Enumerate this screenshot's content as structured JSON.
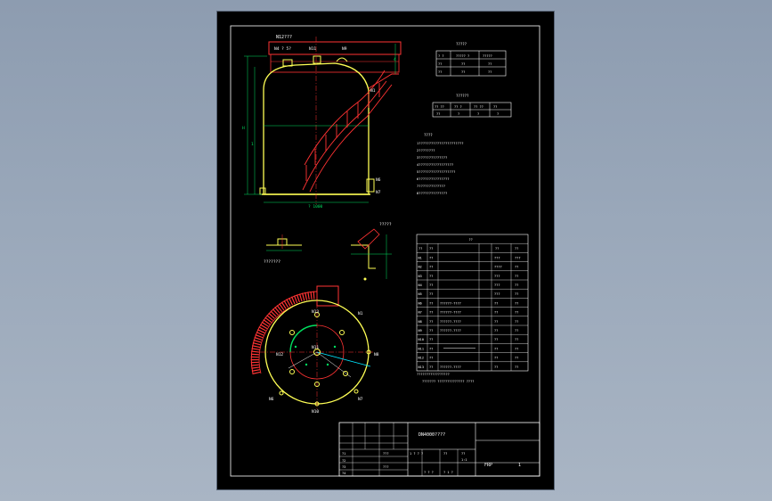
{
  "colors": {
    "background": "#95a3b6",
    "sheet": "#000000",
    "border": "#ffffff",
    "tank": "#ffff55",
    "stair": "#ff3333",
    "dim": "#00e060",
    "table": "#ffffff",
    "center": "#ff3333",
    "accent": "#00e5ff"
  },
  "drawing": {
    "front_view": {
      "top_label": "N12???",
      "roof_labels": [
        "N4 ? 5?",
        "N11",
        "N9"
      ],
      "dims_left": [
        "H",
        "1",
        "4"
      ],
      "nozzle_labels": [
        "N1",
        "N6",
        "N7"
      ],
      "bottom_dim": "? 1000"
    },
    "detail_left_caption": "???????",
    "detail_right_caption": "?????",
    "plan_labels": [
      "N13",
      "N11",
      "N12",
      "N1",
      "N6",
      "N7",
      "N8",
      "N10"
    ],
    "table_top": {
      "title": "?????",
      "rows": [
        [
          "? ?",
          "????? ?",
          "?????"
        ],
        [
          "??",
          "??",
          "??"
        ],
        [
          "??",
          "??",
          "??"
        ]
      ]
    },
    "table_mid": {
      "title": "??????",
      "rows": [
        [
          "?? ??",
          "?? ?",
          "?? ??",
          "??"
        ],
        [
          "??",
          "?",
          "?",
          "?"
        ]
      ]
    },
    "notes_title": "????",
    "notes": [
      "1??????????????????????",
      "2????????",
      "3??????????????",
      "4?????????????????",
      "5??????????????????",
      "6???????????????",
      "7?????????????",
      "8??????????????"
    ],
    "nozzle_table": {
      "title": "??",
      "header": [
        "??",
        "??",
        "??",
        "??"
      ],
      "rows": [
        [
          "N1",
          "??",
          "",
          "???",
          "???"
        ],
        [
          "N2",
          "??",
          "",
          "????",
          "??"
        ],
        [
          "N3",
          "??",
          "",
          "???",
          "??"
        ],
        [
          "N4",
          "??",
          "",
          "???",
          "??"
        ],
        [
          "N5",
          "??",
          "",
          "???",
          "??"
        ],
        [
          "N6",
          "??",
          "??????-????",
          "??",
          "??"
        ],
        [
          "N7",
          "??",
          "??????-????",
          "??",
          "??"
        ],
        [
          "N8",
          "??",
          "??????-????",
          "??",
          "??"
        ],
        [
          "N9",
          "??",
          "??????-????",
          "??",
          "??"
        ],
        [
          "N10",
          "??",
          "",
          "??",
          "??"
        ],
        [
          "N11",
          "??",
          "",
          "??",
          "??"
        ],
        [
          "N12",
          "??",
          "",
          "??",
          "??"
        ],
        [
          "N13",
          "??",
          "??????-????",
          "??",
          "??"
        ]
      ]
    },
    "table_note_1": "?????????????????",
    "table_note_2": "??????? ?????????????? ????",
    "title_block": {
      "name": "DN4000????",
      "material": "FRP",
      "sheet_no": "1",
      "scale": "1:1",
      "row_codes": [
        "?1",
        "?2",
        "?3",
        "?4"
      ],
      "mid_cells": [
        "???",
        "1 ? ? ?",
        "??",
        "??",
        "? ? ?"
      ],
      "weight": "???",
      "count": "? 1 ?"
    }
  }
}
